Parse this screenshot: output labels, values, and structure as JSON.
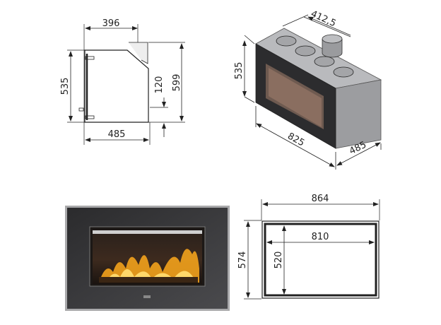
{
  "side_view": {
    "depth_top": "396",
    "height_body": "535",
    "height_flue_offset": "120",
    "height_total": "599",
    "depth_bottom": "485"
  },
  "iso_view": {
    "flue_distance": "412,5",
    "height": "535",
    "width": "825",
    "depth": "485"
  },
  "front_view": {
    "badge": "brand-logo"
  },
  "plan_view": {
    "outer_width": "864",
    "inner_width": "810",
    "outer_height": "574",
    "inner_height": "520"
  },
  "colors": {
    "frame": "#3a3a3a",
    "body": "#a9aaad",
    "glass": "#5b3a2c",
    "flame": "#f3a21c",
    "line": "#222222"
  }
}
